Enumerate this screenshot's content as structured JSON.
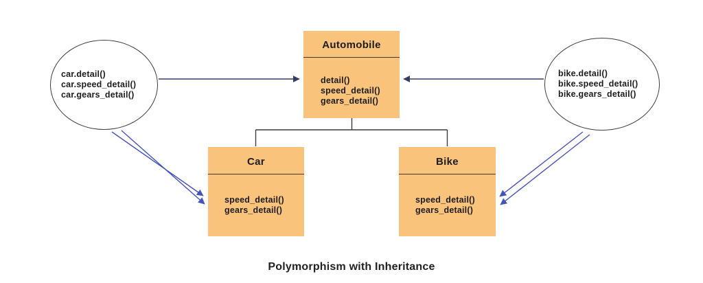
{
  "title": "Polymorphism with Inheritance",
  "colors": {
    "box_fill": "#FAC37C",
    "divider": "#4a3520",
    "call_arrow_navy": "#333d66",
    "dispatch_arrow_blue": "#4353bc",
    "inheritance_line": "#3b3b3b"
  },
  "classes": {
    "automobile": {
      "name": "Automobile",
      "methods": [
        "detail()",
        "speed_detail()",
        "gears_detail()"
      ]
    },
    "car": {
      "name": "Car",
      "methods": [
        "speed_detail()",
        "gears_detail()"
      ]
    },
    "bike": {
      "name": "Bike",
      "methods": [
        "speed_detail()",
        "gears_detail()"
      ]
    }
  },
  "callouts": {
    "left": {
      "lines": [
        "car.detail()",
        "car.speed_detail()",
        "car.gears_detail()"
      ]
    },
    "right": {
      "lines": [
        "bike.detail()",
        "bike.speed_detail()",
        "bike.gears_detail()"
      ]
    }
  }
}
